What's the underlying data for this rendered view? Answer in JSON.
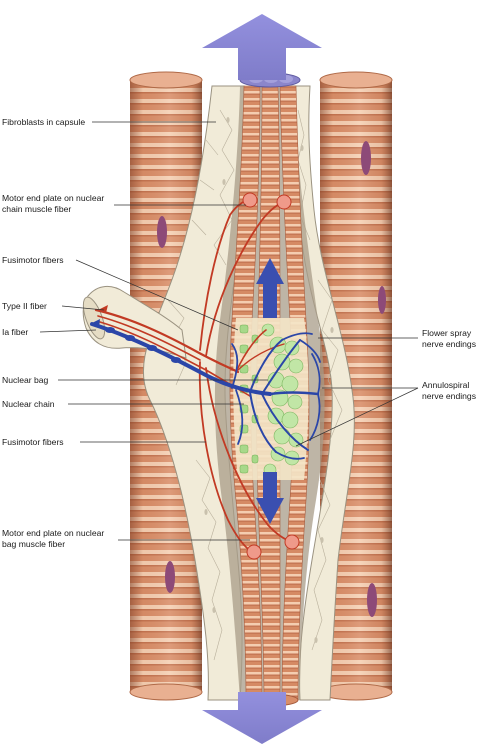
{
  "labels": {
    "fibroblasts": "Fibroblasts in capsule",
    "motor_end_plate_chain": "Motor end plate on nuclear\nchain muscle fiber",
    "fusimotor_upper": "Fusimotor fibers",
    "type_ii": "Type II fiber",
    "ia": "Ia fiber",
    "nuclear_bag": "Nuclear bag",
    "nuclear_chain": "Nuclear chain",
    "fusimotor_lower": "Fusimotor fibers",
    "motor_end_plate_bag": "Motor end plate on nuclear\nbag muscle fiber",
    "flower_spray": "Flower spray\nnerve endings",
    "annulospiral": "Annulospiral\nnerve endings"
  },
  "colors": {
    "muscle_base": "#d9906a",
    "muscle_stripe": "#f6d2b6",
    "muscle_dark": "#b8664a",
    "capsule": "#f1ebd8",
    "capsule_line": "#9a9280",
    "capsule_inner": "#b5aa96",
    "nerve_red": "#c23a24",
    "nerve_blue": "#2b46a8",
    "nuclear_green": "#b8de9a",
    "arrow_purple": "#8c8ad6",
    "arrow_blue": "#3a4fb0",
    "nucleus": "#8d4a78"
  },
  "icons": {
    "stretch_arrow": "double-headed-arrow",
    "internal_arrow": "double-headed-arrow"
  }
}
